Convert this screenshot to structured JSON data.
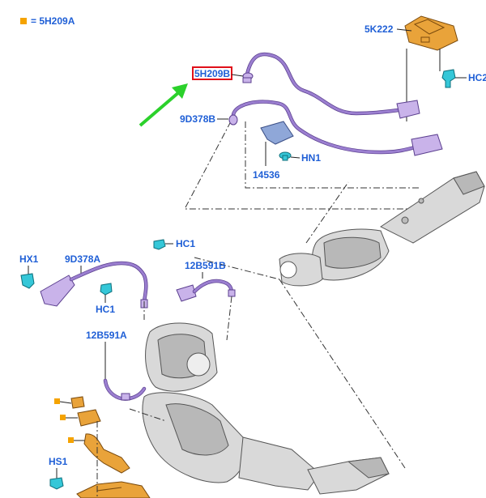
{
  "legend": {
    "marker_color": "#f5a300",
    "text": "= 5H209A"
  },
  "labels": {
    "sensor_5h209b": "5H209B",
    "bracket_5k222": "5K222",
    "clip_hc2": "HC2",
    "sensor_9d378b": "9D378B",
    "clip_hn1": "HN1",
    "bracket_14536": "14536",
    "clip_hx1": "HX1",
    "sensor_9d378a": "9D378A",
    "clip_hc1_upper": "HC1",
    "clip_hc1_lower": "HC1",
    "sensor_12b591b": "12B591B",
    "sensor_12b591a": "12B591A",
    "clip_hs1": "HS1"
  },
  "colors": {
    "label": "#1f5fd6",
    "highlight_box": "#e0101a",
    "arrow": "#2bd12b",
    "harness": "#9b7fd0",
    "clip": "#35c7d8",
    "bracket": "#e9a33a"
  },
  "icons": {
    "legend_marker": "orange-square",
    "pointer": "green-arrow"
  }
}
